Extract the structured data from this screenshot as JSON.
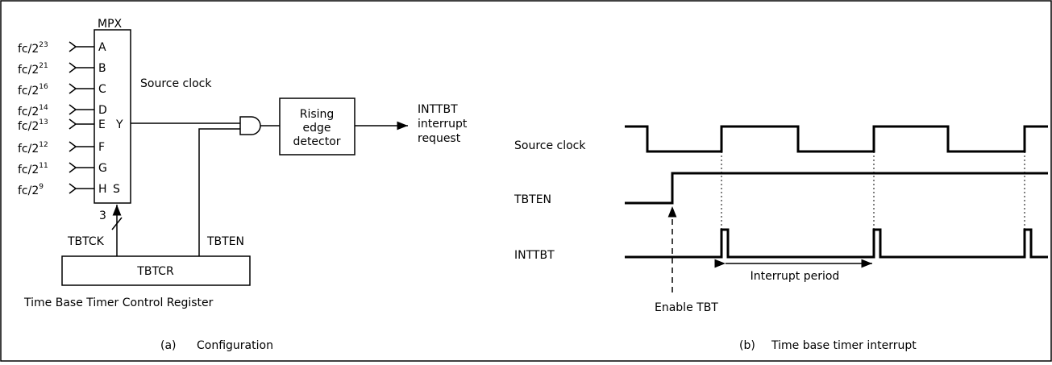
{
  "config": {
    "mpx_label": "MPX",
    "inputs": [
      {
        "base": "fc/2",
        "exp": "23",
        "pin": "A"
      },
      {
        "base": "fc/2",
        "exp": "21",
        "pin": "B"
      },
      {
        "base": "fc/2",
        "exp": "16",
        "pin": "C"
      },
      {
        "base": "fc/2",
        "exp": "14",
        "pin": "D"
      },
      {
        "base": "fc/2",
        "exp": "13",
        "pin": "E"
      },
      {
        "base": "fc/2",
        "exp": "12",
        "pin": "F"
      },
      {
        "base": "fc/2",
        "exp": "11",
        "pin": "G"
      },
      {
        "base": "fc/2",
        "exp": "9",
        "pin": "H"
      }
    ],
    "output_pin": "Y",
    "select_pin": "S",
    "source_clock_label": "Source clock",
    "detector_line1": "Rising",
    "detector_line2": "edge",
    "detector_line3": "detector",
    "inttbt_line1": "INTTBT",
    "inttbt_line2": "interrupt",
    "inttbt_line3": "request",
    "bus_width": "3",
    "tbtck_label": "TBTCK",
    "tbten_label": "TBTEN",
    "register_label": "TBTCR",
    "register_caption": "Time Base Timer Control Register",
    "caption_a_tag": "(a)",
    "caption_a_text": "Configuration"
  },
  "timing": {
    "signal_source_clock": "Source clock",
    "signal_tbten": "TBTEN",
    "signal_inttbt": "INTTBT",
    "interrupt_period_label": "Interrupt period",
    "enable_label": "Enable TBT",
    "caption_b_tag": "(b)",
    "caption_b_text": "Time base timer interrupt"
  }
}
